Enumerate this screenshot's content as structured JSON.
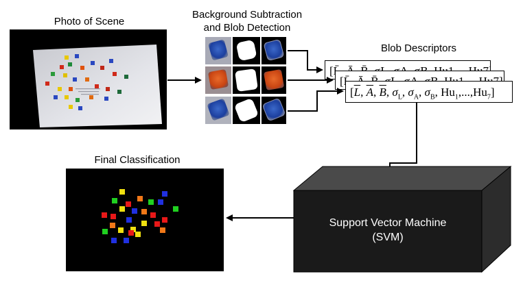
{
  "labels": {
    "photo": "Photo of Scene",
    "bgsub_line1": "Background Subtraction",
    "bgsub_line2": "and Blob Detection",
    "descriptors": "Blob Descriptors",
    "final": "Final Classification",
    "svm_line1": "Support Vector Machine",
    "svm_line2": "(SVM)"
  },
  "descriptor_formula": "[L̄, Ā, B̄, σL, σA, σB, Hu1,...,Hu7]",
  "colors": {
    "red": "#e81818",
    "orange": "#f07818",
    "yellow": "#f0e010",
    "green": "#20d020",
    "blue": "#2030e0",
    "svm_front": "#1a1a1a",
    "svm_top": "#4a4a4a",
    "svm_side": "#2c2c2c"
  }
}
